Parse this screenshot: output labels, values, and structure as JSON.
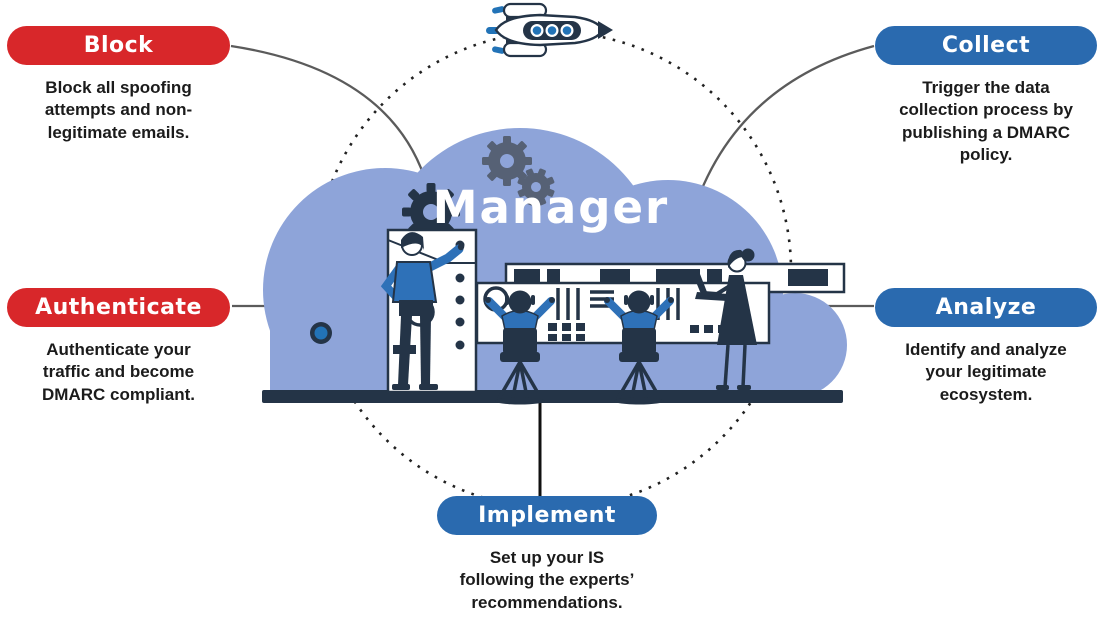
{
  "diagram": {
    "center_label": "Manager",
    "steps": [
      {
        "id": "block",
        "label": "Block",
        "description": "Block all spoofing\nattempts and non-\nlegitimate emails.",
        "pill_color": "#d8272a"
      },
      {
        "id": "collect",
        "label": "Collect",
        "description": "Trigger the data\ncollection process by\npublishing a DMARC\npolicy.",
        "pill_color": "#2a6aaf"
      },
      {
        "id": "authenticate",
        "label": "Authenticate",
        "description": "Authenticate your\ntraffic and become\nDMARC compliant.",
        "pill_color": "#d8272a"
      },
      {
        "id": "analyze",
        "label": "Analyze",
        "description": "Identify and analyze\nyour legitimate\necosystem.",
        "pill_color": "#2a6aaf"
      },
      {
        "id": "implement",
        "label": "Implement",
        "description": "Set up your IS\nfollowing the experts’\nrecommendations.",
        "pill_color": "#2a6aaf"
      }
    ],
    "icons": [
      "rocket-icon",
      "gear-icon",
      "dotted-circle",
      "cloud-shape"
    ],
    "figures": [
      "standing-man",
      "seated-operator",
      "seated-operator",
      "woman-with-laptop"
    ],
    "colors": {
      "red": "#d8272a",
      "blue": "#2a6aaf",
      "cloud": "#8ea4d9",
      "navy": "#243447",
      "shirt_blue": "#2e71b8",
      "dot_blue": "#2273b7",
      "connector_gray": "#5b5b5b"
    }
  }
}
